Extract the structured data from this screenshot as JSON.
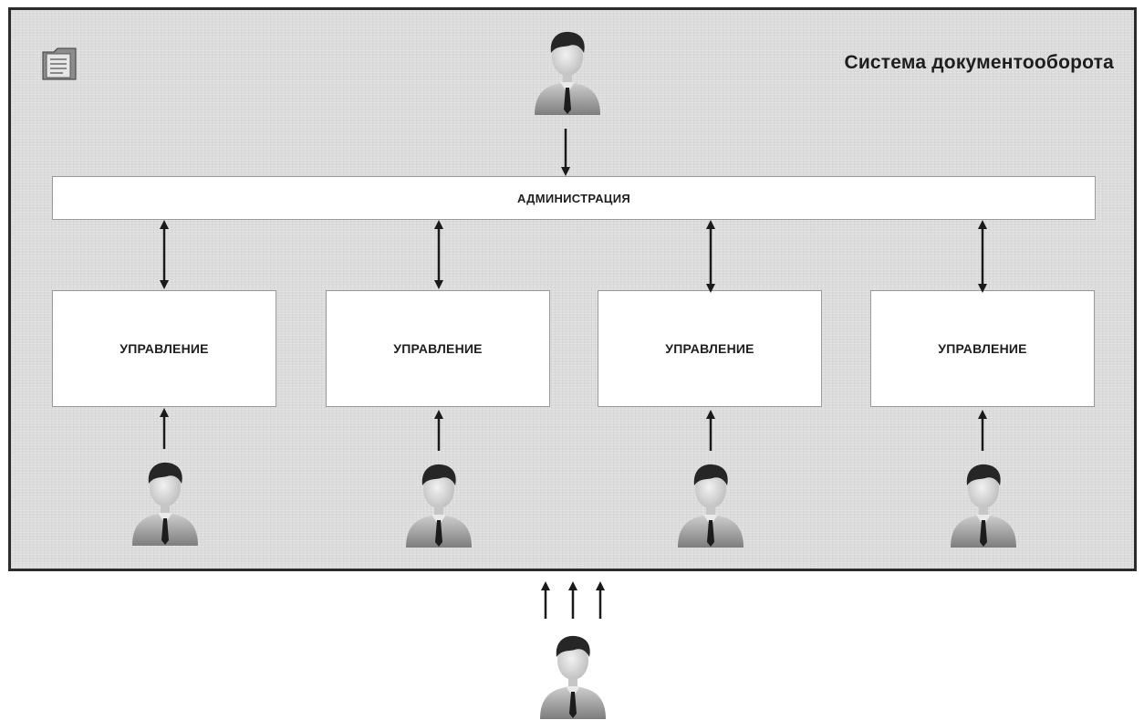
{
  "system": {
    "title": "Система документооборота",
    "icons": {
      "folder": "document-folder-icon",
      "person": "person-icon"
    }
  },
  "administration": {
    "label": "АДМИНИСТРАЦИЯ"
  },
  "units": [
    {
      "label": "УПРАВЛЕНИЕ"
    },
    {
      "label": "УПРАВЛЕНИЕ"
    },
    {
      "label": "УПРАВЛЕНИЕ"
    },
    {
      "label": "УПРАВЛЕНИЕ"
    }
  ],
  "colors": {
    "frame_background": "#dcdcdc",
    "box_background": "#ffffff",
    "arrow": "#1a1a1a"
  }
}
